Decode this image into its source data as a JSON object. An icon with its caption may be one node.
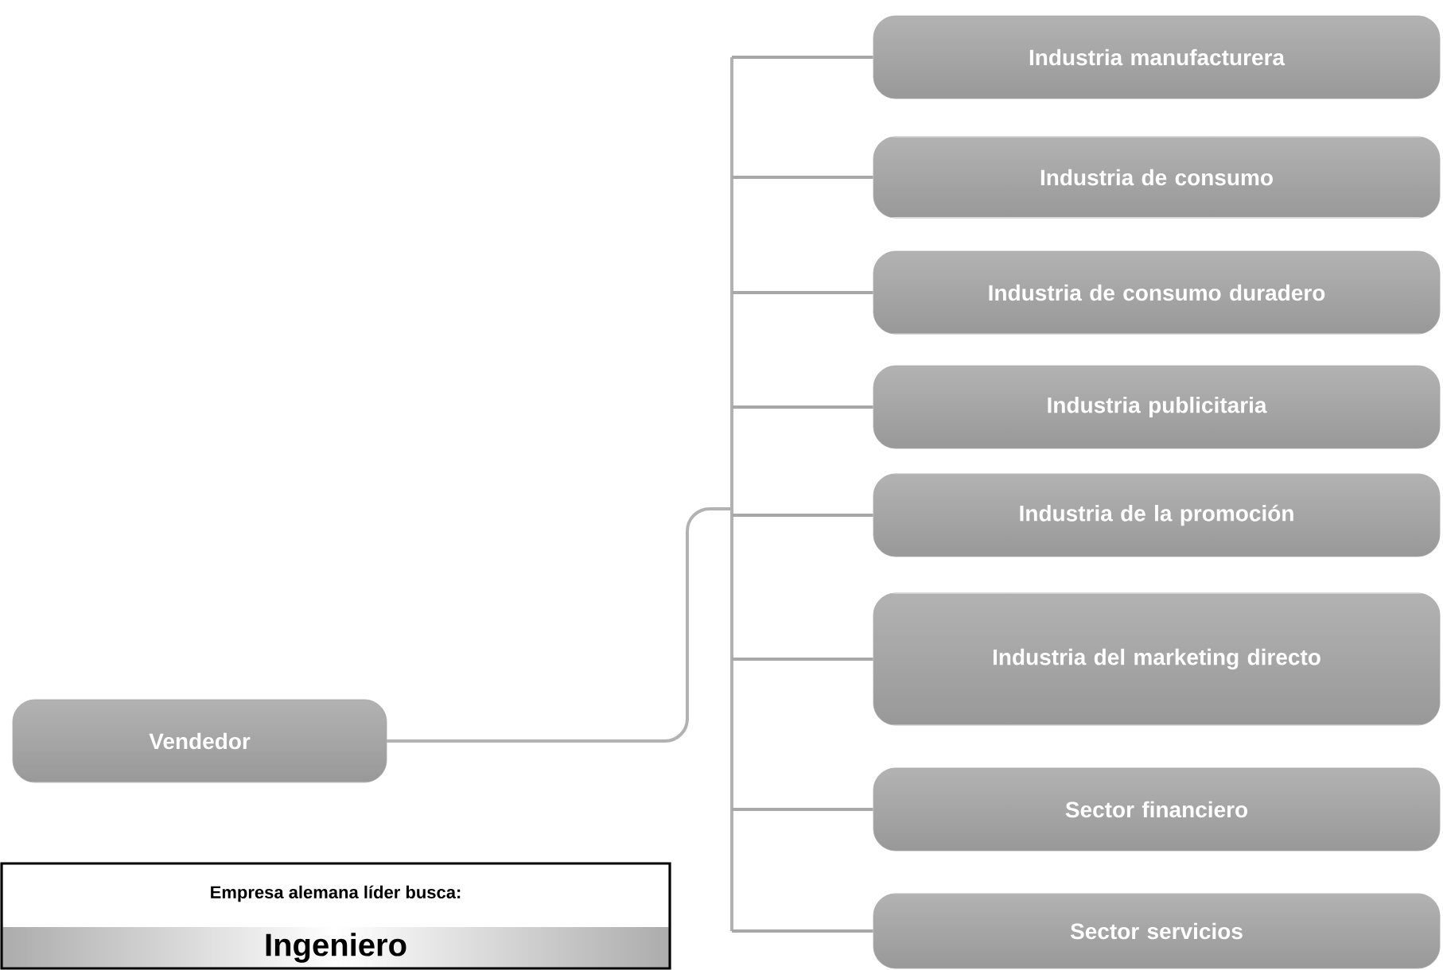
{
  "diagram": {
    "nodes": [
      {
        "text": [
          "Vendedor"
        ]
      },
      {
        "text": [
          "Industria manufacturera"
        ]
      },
      {
        "text": [
          "Industria de consumo"
        ]
      },
      {
        "text": [
          "Industria de consumo duradero"
        ]
      },
      {
        "text": [
          "Industria publicitaria"
        ]
      },
      {
        "text": [
          "Industria de la promoción"
        ]
      },
      {
        "text": [
          "Industria del marketing directo"
        ]
      },
      {
        "text": [
          "Sector financiero"
        ]
      },
      {
        "text": [
          "Sector servicios"
        ]
      },
      {
        "text": [
          "Empresa alemana líder busca:",
          "Ingeniero"
        ]
      }
    ],
    "edges": [
      {
        "from": 0,
        "to": 1,
        "arrow": "none"
      },
      {
        "from": 0,
        "to": 2,
        "arrow": "none"
      },
      {
        "from": 0,
        "to": 3,
        "arrow": "none"
      },
      {
        "from": 0,
        "to": 4,
        "arrow": "none"
      },
      {
        "from": 0,
        "to": 5,
        "arrow": "none"
      },
      {
        "from": 0,
        "to": 6,
        "arrow": "none"
      },
      {
        "from": 0,
        "to": 7,
        "arrow": "none"
      },
      {
        "from": 0,
        "to": 8,
        "arrow": "none"
      }
    ]
  }
}
